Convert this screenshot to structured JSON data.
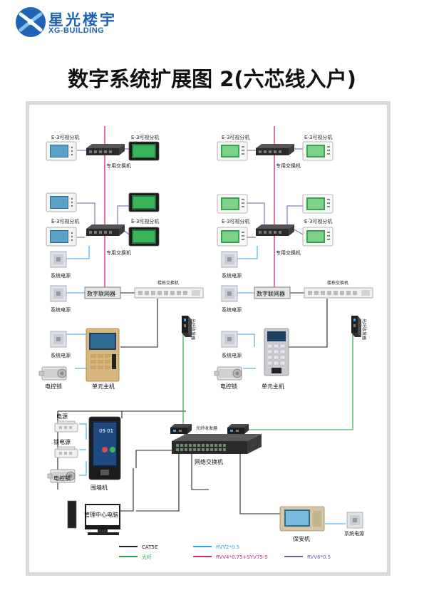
{
  "header": {
    "logo_cn": "星光楼宇",
    "logo_en": "XG-BUILDING",
    "title": "数字系统扩展图 2(六芯线入户)"
  },
  "labels": {
    "monitor": "E-3可视分机",
    "switch_dedicated": "专用交换机",
    "sys_power": "系统电源",
    "digital_router": "数字联网器",
    "floor_switch": "楼栋交换机",
    "fiber_transceiver": "光纤收发器",
    "elock": "电控锁",
    "unit_host": "单元主机",
    "power": "电源",
    "lock_power": "锁电源",
    "wall_unit": "围墙机",
    "net_switch": "网络交换机",
    "mgmt_pc": "管理中心电脑",
    "guard_unit": "保安机",
    "wall_screen_time": "09 01"
  },
  "legend": [
    {
      "label": "CAT5E",
      "color": "#222222"
    },
    {
      "label": "RVV2*0.5",
      "color": "#3aa3e6"
    },
    {
      "label": "光纤",
      "color": "#27a24a"
    },
    {
      "label": "RVV4*0.75+SYV75-5",
      "color": "#d3247e"
    },
    {
      "label": "RVV6*0.5",
      "color": "#6a5aa8"
    }
  ],
  "colors": {
    "brand": "#1f63b5",
    "cat5e": "#222222",
    "rvv2": "#3aa3e6",
    "fiber": "#27a24a",
    "rvv4": "#d3247e",
    "rvv6": "#6a5aa8"
  }
}
